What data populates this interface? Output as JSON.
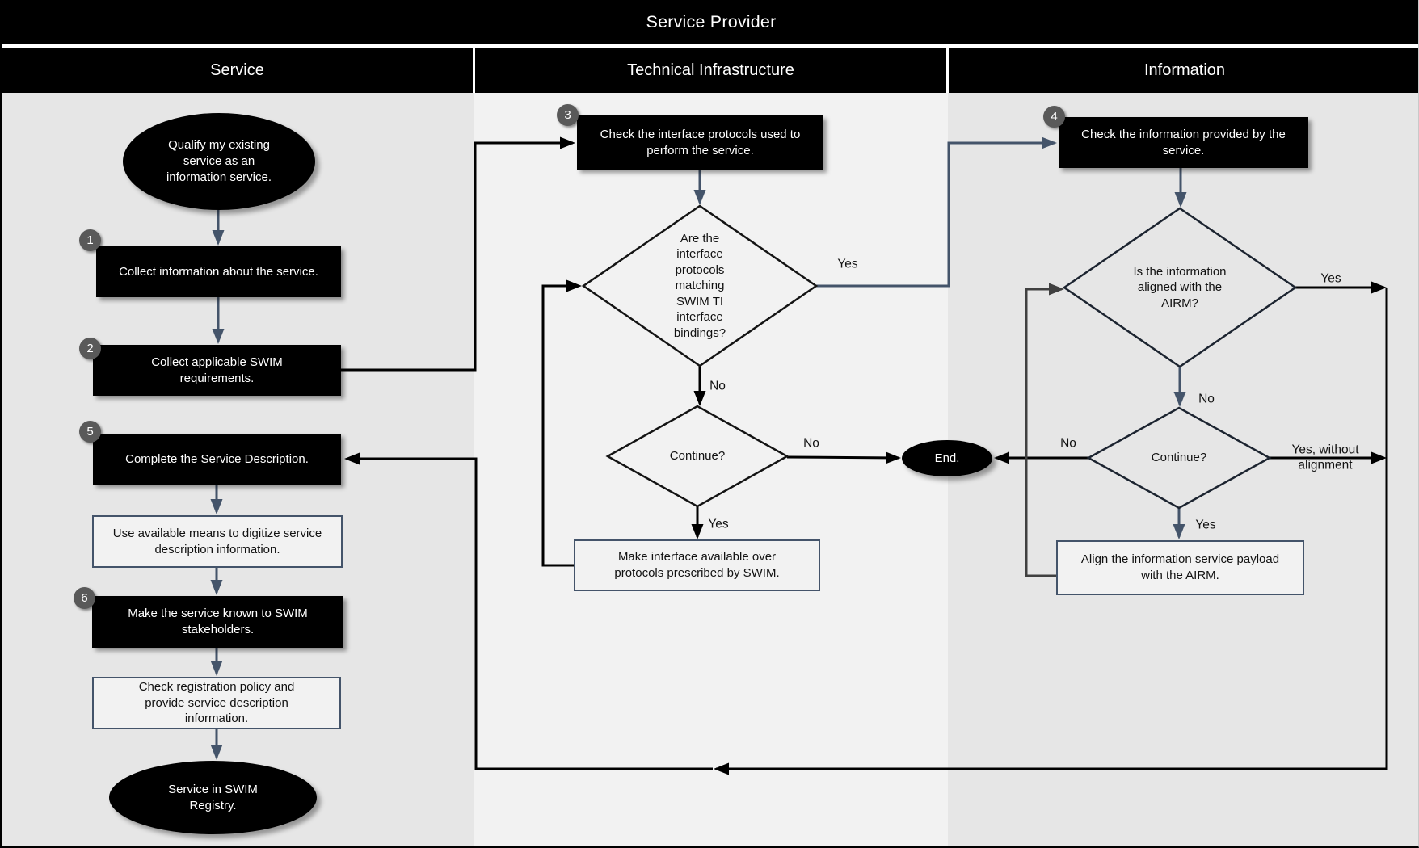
{
  "header": {
    "title": "Service Provider",
    "lanes": [
      "Service",
      "Technical Infrastructure",
      "Information"
    ]
  },
  "colors": {
    "header_bg": "#000000",
    "lane_light": "#f2f2f2",
    "lane_dark": "#e6e6e6",
    "connector_black": "#000000",
    "connector_navy": "#44546a",
    "connector_gray": "#404040",
    "badge_gray": "#595959",
    "white_box_border": "#44546a"
  },
  "nodes": {
    "qualify": {
      "text": "Qualify my existing service as an information service."
    },
    "collect_info": {
      "badge": "1",
      "text": "Collect information about the service."
    },
    "collect_swim": {
      "badge": "2",
      "text": "Collect applicable SWIM requirements."
    },
    "complete_description": {
      "badge": "5",
      "text": "Complete the Service Description."
    },
    "digitize": {
      "text": "Use available means to digitize service description information."
    },
    "make_known": {
      "badge": "6",
      "text": "Make the service known to SWIM stakeholders."
    },
    "check_registration": {
      "text": "Check registration policy and provide service description information."
    },
    "registry": {
      "text": "Service in SWIM Registry."
    },
    "check_protocols": {
      "badge": "3",
      "text": "Check the interface protocols used to perform the service."
    },
    "protocols_match": {
      "text": "Are the interface protocols matching SWIM TI interface bindings?"
    },
    "continue_ti": {
      "text": "Continue?"
    },
    "make_interface": {
      "text": "Make interface available over protocols prescribed by SWIM."
    },
    "end": {
      "text": "End."
    },
    "check_information": {
      "badge": "4",
      "text": "Check the information provided by the  service."
    },
    "info_aligned": {
      "text": "Is the information aligned with the AIRM?"
    },
    "continue_info": {
      "text": "Continue?"
    },
    "align_payload": {
      "text": "Align the information service payload with the AIRM."
    }
  },
  "labels": {
    "protocols_match_yes": "Yes",
    "protocols_match_no": "No",
    "continue_ti_no": "No",
    "continue_ti_yes": "Yes",
    "info_aligned_yes": "Yes",
    "info_aligned_no": "No",
    "continue_info_no": "No",
    "continue_info_yes": "Yes",
    "continue_info_yes_without": "Yes, without alignment"
  }
}
